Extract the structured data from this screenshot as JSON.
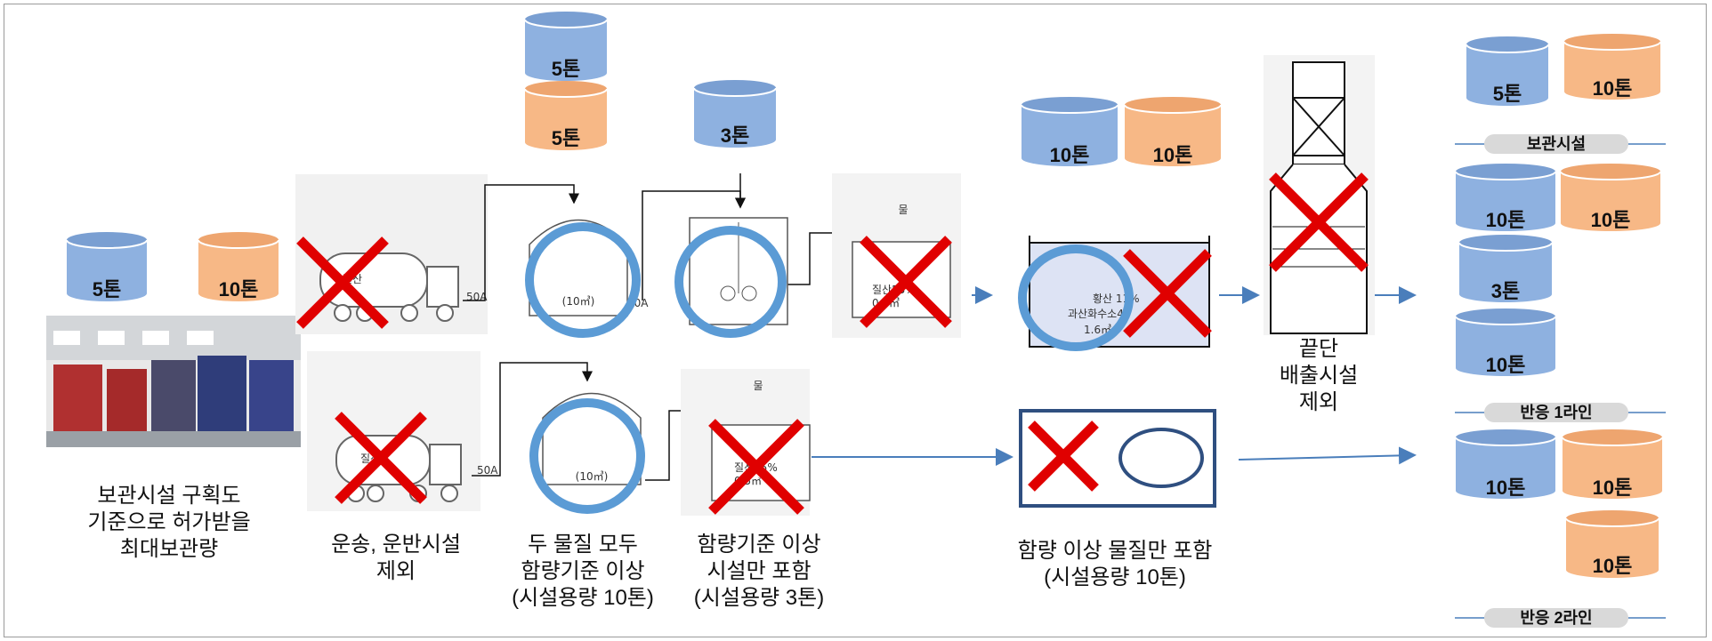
{
  "storage": {
    "left": {
      "a": "5톤",
      "b": "10톤"
    },
    "caption": [
      "보관시설 구획도",
      "기준으로 허가받을",
      "최대보관량"
    ]
  },
  "row1": {
    "top_a": "5톤",
    "top_b": "5톤",
    "top_c": "3톤",
    "mid_a": "10톤",
    "mid_b": "10톤",
    "tank_volume": "(10㎥)",
    "truck_label": "질산",
    "pipe_label": "50A",
    "water_label": "물",
    "box_text": [
      "황산 11%",
      "과산화수소4",
      "1.6㎥"
    ]
  },
  "row2": {
    "tank_volume": "(10㎥)",
    "truck_label": "질산",
    "pipe_label": "50A",
    "water_label": "물"
  },
  "captions": {
    "transport": [
      "운송, 운반시설",
      "제외"
    ],
    "both": [
      "두 물질 모두",
      "함량기준 이상",
      "(시설용량 10톤)"
    ],
    "facility": [
      "함량기준 이상",
      "시설만 포함",
      "(시설용량 3톤)"
    ],
    "content": [
      "함량 이상 물질만 포함",
      "(시설용량 10톤)"
    ],
    "exhaust": [
      "끝단",
      "배출시설",
      "제외"
    ]
  },
  "right": {
    "storage": {
      "a": "5톤",
      "b": "10톤",
      "label": "보관시설"
    },
    "line1": {
      "a": "10톤",
      "b": "10톤",
      "c": "3톤",
      "d": "10톤",
      "label": "반응 1라인"
    },
    "line2": {
      "a": "10톤",
      "b": "10톤",
      "c": "10톤",
      "label": "반응 2라인"
    }
  },
  "colors": {
    "blue": "#8eb1e0",
    "orange": "#f7b886",
    "ring": "#5b9bd5",
    "cross": "#e00000",
    "arrow": "#4a7ebb"
  }
}
